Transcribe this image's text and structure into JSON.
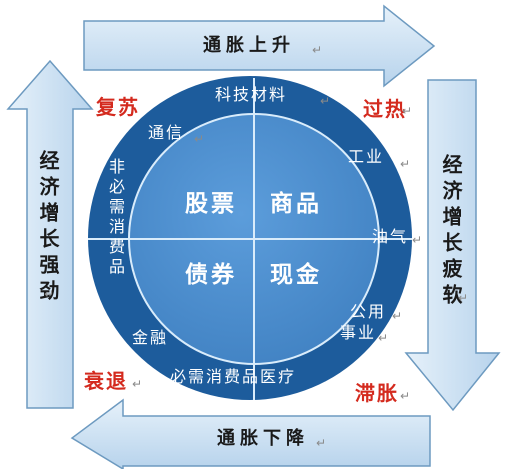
{
  "arrows": {
    "top": "通胀上升",
    "bottom": "通胀下降",
    "left": "经济增长强劲",
    "right": "经济增长疲软"
  },
  "phases": {
    "top_left": "复苏",
    "top_right": "过热",
    "bottom_right": "滞胀",
    "bottom_left": "衰退"
  },
  "quadrants": {
    "top_left": "股票",
    "top_right": "商品",
    "bottom_left": "债券",
    "bottom_right": "现金"
  },
  "ring_sectors": {
    "tech_materials": "科技材料",
    "telecom": "通信",
    "non_essential_consumer": "非必需消费品",
    "finance": "金融",
    "essential_consumer_medical": "必需消费品医疗",
    "utilities_1": "公用",
    "utilities_2": "事业",
    "oil_gas": "油气",
    "industrial": "工业"
  },
  "colors": {
    "arrow_fill": "#cbe1f2",
    "arrow_stroke": "#6d9ac0",
    "outer_ring": "#1d5c9c",
    "inner_circle": "#4a8fd0",
    "phase_text": "#d42a1e"
  }
}
